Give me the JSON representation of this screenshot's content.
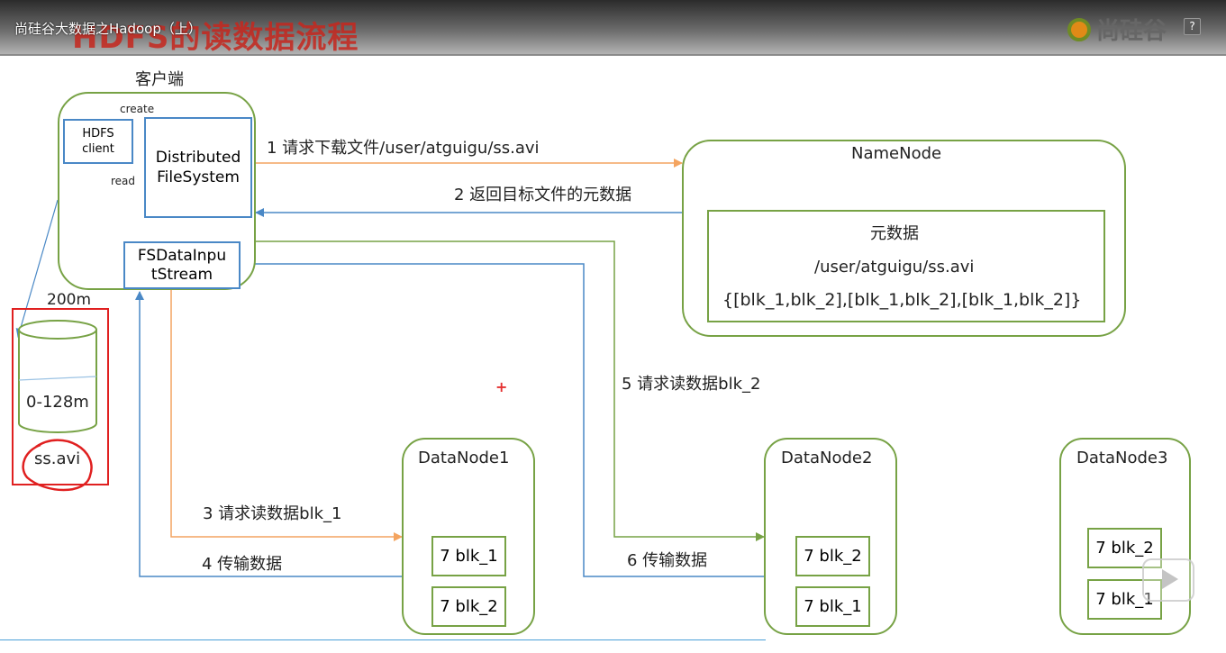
{
  "header": {
    "video_title": "尚硅谷大数据之Hadoop（上）",
    "slide_title": "HDFS的读数据流程",
    "logo_text": "尚硅谷",
    "help_glyph": "?"
  },
  "client": {
    "title": "客户端",
    "hdfs_client": "HDFS\nclient",
    "distributed_fs": "Distributed\nFileSystem",
    "fs_input_stream": "FSDataInpu\ntStream",
    "create_label": "create",
    "read_label": "read"
  },
  "namenode": {
    "title": "NameNode",
    "meta_title": "元数据",
    "meta_path": "/user/atguigu/ss.avi",
    "meta_blocks": "{[blk_1,blk_2],[blk_1,blk_2],[blk_1,blk_2]}"
  },
  "steps": {
    "s1": "1 请求下载文件/user/atguigu/ss.avi",
    "s2": "2 返回目标文件的元数据",
    "s3": "3 请求读数据blk_1",
    "s4": "4 传输数据",
    "s5": "5 请求读数据blk_2",
    "s6": "6 传输数据"
  },
  "local_file": {
    "size": "200m",
    "range": "0-128m",
    "name": "ss.avi"
  },
  "datanodes": [
    {
      "title": "DataNode1",
      "blocks": [
        "7 blk_1",
        "7 blk_2"
      ]
    },
    {
      "title": "DataNode2",
      "blocks": [
        "7 blk_2",
        "7 blk_1"
      ]
    },
    {
      "title": "DataNode3",
      "blocks": [
        "7 blk_2",
        "7 blk_1"
      ]
    }
  ],
  "colors": {
    "green": "#77a245",
    "blue": "#4a88c6",
    "orange": "#f4a460",
    "red": "#e02020"
  }
}
